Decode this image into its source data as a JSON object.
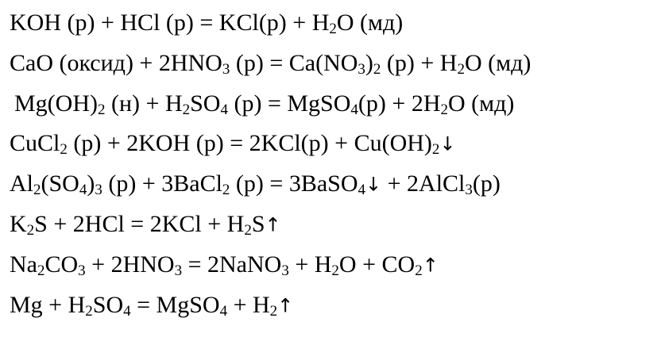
{
  "equations": [
    {
      "text": "KOH (р) + HCl (р) = KCl(р) + H₂O (мд)",
      "segments": [
        {
          "t": "KOH (р) + HCl (р) = KCl(р) + H"
        },
        {
          "t": "2",
          "sub": true
        },
        {
          "t": "O (мд)"
        }
      ]
    },
    {
      "text": "CaO (оксид) + 2HNO₃ (р) = Ca(NO₃)₂ (р) + H₂O (мд)",
      "segments": [
        {
          "t": "CaO (оксид) + 2HNO"
        },
        {
          "t": "3",
          "sub": true
        },
        {
          "t": " (р) = Ca(NO"
        },
        {
          "t": "3",
          "sub": true
        },
        {
          "t": ")"
        },
        {
          "t": "2",
          "sub": true
        },
        {
          "t": " (р) + H"
        },
        {
          "t": "2",
          "sub": true
        },
        {
          "t": "O (мд)"
        }
      ]
    },
    {
      "text": "Mg(OH)₂ (н) + H₂SO₄ (р) = MgSO₄(р) + 2H₂O (мд)",
      "segments": [
        {
          "t": "Mg(OH)"
        },
        {
          "t": "2",
          "sub": true
        },
        {
          "t": " (н) + H"
        },
        {
          "t": "2",
          "sub": true
        },
        {
          "t": "SO"
        },
        {
          "t": "4",
          "sub": true
        },
        {
          "t": " (р) = MgSO"
        },
        {
          "t": "4",
          "sub": true
        },
        {
          "t": "(р) + 2H"
        },
        {
          "t": "2",
          "sub": true
        },
        {
          "t": "O (мд)"
        }
      ]
    },
    {
      "text": "CuCl₂ (р) + 2KOH (р) = 2KCl(р) + Cu(OH)₂↓",
      "segments": [
        {
          "t": "CuCl"
        },
        {
          "t": "2",
          "sub": true
        },
        {
          "t": " (р) + 2KOH (р) = 2KCl(р) + Cu(OH)"
        },
        {
          "t": "2",
          "sub": true
        },
        {
          "t": "↓",
          "arrow": true
        }
      ]
    },
    {
      "text": "Al₂(SO₄)₃ (р) + 3BaCl₂ (р) = 3BaSO₄↓ + 2AlCl₃(р)",
      "segments": [
        {
          "t": "Al"
        },
        {
          "t": "2",
          "sub": true
        },
        {
          "t": "(SO"
        },
        {
          "t": "4",
          "sub": true
        },
        {
          "t": ")"
        },
        {
          "t": "3",
          "sub": true
        },
        {
          "t": " (р) + 3BaCl"
        },
        {
          "t": "2",
          "sub": true
        },
        {
          "t": " (р) = 3BaSO"
        },
        {
          "t": "4",
          "sub": true
        },
        {
          "t": "↓",
          "arrow": true
        },
        {
          "t": " + 2AlCl"
        },
        {
          "t": "3",
          "sub": true
        },
        {
          "t": "(р)"
        }
      ]
    },
    {
      "text": "K₂S + 2HCl = 2KCl + H₂S↑",
      "segments": [
        {
          "t": "K"
        },
        {
          "t": "2",
          "sub": true
        },
        {
          "t": "S + 2HCl = 2KCl + H"
        },
        {
          "t": "2",
          "sub": true
        },
        {
          "t": "S"
        },
        {
          "t": "↑",
          "arrow": true
        }
      ]
    },
    {
      "text": "Na₂CO₃ + 2HNO₃ = 2NaNO₃ + H₂O + CO₂↑",
      "segments": [
        {
          "t": "Na"
        },
        {
          "t": "2",
          "sub": true
        },
        {
          "t": "CO"
        },
        {
          "t": "3",
          "sub": true
        },
        {
          "t": " + 2HNO"
        },
        {
          "t": "3",
          "sub": true
        },
        {
          "t": " = 2NaNO"
        },
        {
          "t": "3",
          "sub": true
        },
        {
          "t": " + H"
        },
        {
          "t": "2",
          "sub": true
        },
        {
          "t": "O + CO"
        },
        {
          "t": "2",
          "sub": true
        },
        {
          "t": "↑",
          "arrow": true
        }
      ]
    },
    {
      "text": "Mg + H₂SO₄ = MgSO₄ + H₂↑",
      "segments": [
        {
          "t": "Mg + H"
        },
        {
          "t": "2",
          "sub": true
        },
        {
          "t": "SO"
        },
        {
          "t": "4",
          "sub": true
        },
        {
          "t": " = MgSO"
        },
        {
          "t": "4",
          "sub": true
        },
        {
          "t": " + H"
        },
        {
          "t": "2",
          "sub": true
        },
        {
          "t": "↑",
          "arrow": true
        }
      ]
    }
  ]
}
